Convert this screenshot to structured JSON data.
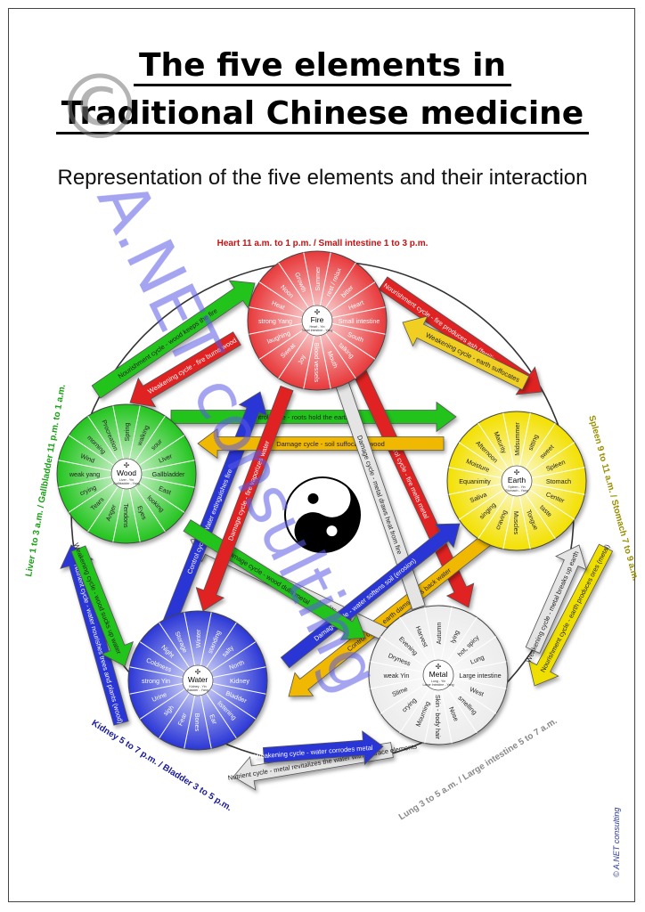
{
  "title": {
    "line1": "The five elements in",
    "line2": "Traditional Chinese medicine"
  },
  "subtitle": "Representation of the five elements and their interaction",
  "copyright": "© A.NET consulting",
  "watermark": {
    "text": "A.NET consulting",
    "symbol": "©",
    "color": "#5a5ae6"
  },
  "elements": [
    {
      "key": "fire",
      "name": "Fire",
      "sub1": "Heart - Yin",
      "sub2": "Small Intestine - Yang",
      "color": "#e8383a",
      "segments": [
        "Summer",
        "rest / relax",
        "bitter",
        "Heart",
        "Small intestine",
        "South",
        "talking",
        "Mouth",
        "Blood vessels",
        "Joy",
        "Sweat",
        "laughing",
        "strong Yang",
        "Heat",
        "Noon",
        "Growth"
      ],
      "label": "Heart 11 a.m. to 1 p.m. / Small intestine 1 to 3 p.m.",
      "labelColor": "#c41212"
    },
    {
      "key": "earth",
      "name": "Earth",
      "sub1": "Spleen - Yin",
      "sub2": "Stomach - Yang",
      "color": "#f3e000",
      "segments": [
        "Midsummer",
        "sitting",
        "sweet",
        "Spleen",
        "Stomach",
        "Center",
        "taste",
        "Tongue",
        "Muscles",
        "craving",
        "singing",
        "Saliva",
        "Equanimity",
        "Moisture",
        "Afternoon",
        "Maturity"
      ],
      "label": "Spleen 9 to 11 a.m. / Stomach 7 to 9 a.m.",
      "labelColor": "#9a8f00"
    },
    {
      "key": "metal",
      "name": "Metal",
      "sub1": "Lung - Yin",
      "sub2": "Large Intestine - Yang",
      "color": "#ececec",
      "segments": [
        "Autumn",
        "lying",
        "hot, spicy",
        "Lung",
        "Large intestine",
        "West",
        "smelling",
        "Nose",
        "Skin - body hair",
        "Mourning",
        "crying",
        "Slime",
        "weak Yin",
        "Dryness",
        "Evening",
        "Harvest"
      ],
      "label": "Lung 3 to 5 a.m. / Large intestine 5 to 7 a.m.",
      "labelColor": "#8a8a8a"
    },
    {
      "key": "water",
      "name": "Water",
      "sub1": "Kidney - Yin",
      "sub2": "Bladder - Yang",
      "color": "#2a36d6",
      "segments": [
        "Winter",
        "standing",
        "salty",
        "North",
        "Kidney",
        "Bladder",
        "listening",
        "Ear",
        "Bones",
        "Fear",
        "sigh",
        "Urine",
        "strong Yin",
        "Coldness",
        "Night",
        "Storage"
      ],
      "label": "Kidney 5 to 7 p.m. / Bladder 3 to 5 p.m.",
      "labelColor": "#1a1a9a"
    },
    {
      "key": "wood",
      "name": "Wood",
      "sub1": "Liver - Yin",
      "sub2": "Gallbladder - Yang",
      "color": "#22c41e",
      "segments": [
        "Spring",
        "walking",
        "sour",
        "Liver",
        "Gallbladder",
        "East",
        "looking",
        "Eyes",
        "Tendons",
        "Anger",
        "Tears",
        "crying",
        "weak yang",
        "Wind",
        "morning",
        "Procreation"
      ],
      "label": "Liver 1 to 3 a.m. / Gallbladder 11 p.m. to 1 a.m.",
      "labelColor": "#18a014"
    }
  ],
  "cycles": {
    "nourishment": [
      {
        "from": "fire",
        "to": "earth",
        "text": "Nourishment cycle - fire produces ash (fertilizer for earth)",
        "color": "#e02020"
      },
      {
        "from": "earth",
        "to": "metal",
        "text": "Nourishment cycle - earth produces ores (metal)",
        "color": "#eedf00"
      },
      {
        "from": "metal",
        "to": "water",
        "text": "Nutrient cycle - metal revitalizes the water with its trace elements",
        "color": "#e4e4e4"
      },
      {
        "from": "water",
        "to": "wood",
        "text": "Nutrient cycle - water nourishes trees and plants (wood)",
        "color": "#2a36d6"
      },
      {
        "from": "wood",
        "to": "fire",
        "text": "Nourishment cycle - wood keeps the fire",
        "color": "#22c41e"
      }
    ],
    "weakening": [
      {
        "from": "earth",
        "to": "fire",
        "text": "Weakening cycle - earth suffocates",
        "color": "#f0cf20"
      },
      {
        "from": "metal",
        "to": "earth",
        "text": "Weakening cycle - metal breaks up earth",
        "color": "#e4e4e4"
      },
      {
        "from": "water",
        "to": "metal",
        "text": "Weakening cycle - water corrodes metal",
        "color": "#2a36d6"
      },
      {
        "from": "wood",
        "to": "water",
        "text": "Weakening cycle - wood sucks up water",
        "color": "#22c41e"
      },
      {
        "from": "fire",
        "to": "wood",
        "text": "Weakening cycle - fire burns wood",
        "color": "#e02020"
      }
    ],
    "control": [
      {
        "from": "wood",
        "to": "earth",
        "text": "Control cycle - roots hold the earth tog",
        "color": "#22c41e"
      },
      {
        "from": "fire",
        "to": "metal",
        "text": "Control cycle - fire melts metal",
        "color": "#e02020"
      },
      {
        "from": "earth",
        "to": "water",
        "text": "Control cycle - earth dams holds back water",
        "color": "#f0b800"
      },
      {
        "from": "metal",
        "to": "wood",
        "text": "Control cycle - metal (the axe) splits wood",
        "color": "#e4e4e4"
      },
      {
        "from": "water",
        "to": "fire",
        "text": "Control cycle - Water extinguishes fire",
        "color": "#2a36d6"
      }
    ],
    "damage": [
      {
        "from": "earth",
        "to": "wood",
        "text": "Damage cycle - soil suffocates wood",
        "color": "#f0b800"
      },
      {
        "from": "metal",
        "to": "fire",
        "text": "Damage cycle - metal draws heat from fire",
        "color": "#e4e4e4"
      },
      {
        "from": "water",
        "to": "earth",
        "text": "Damage cycle - water softens soil (erosion)",
        "color": "#2a36d6"
      },
      {
        "from": "wood",
        "to": "metal",
        "text": "Damage cycle - wood dulls metal",
        "color": "#22c41e"
      },
      {
        "from": "fire",
        "to": "water",
        "text": "Damage cycle - fire vaporizes water",
        "color": "#e02020"
      }
    ]
  }
}
